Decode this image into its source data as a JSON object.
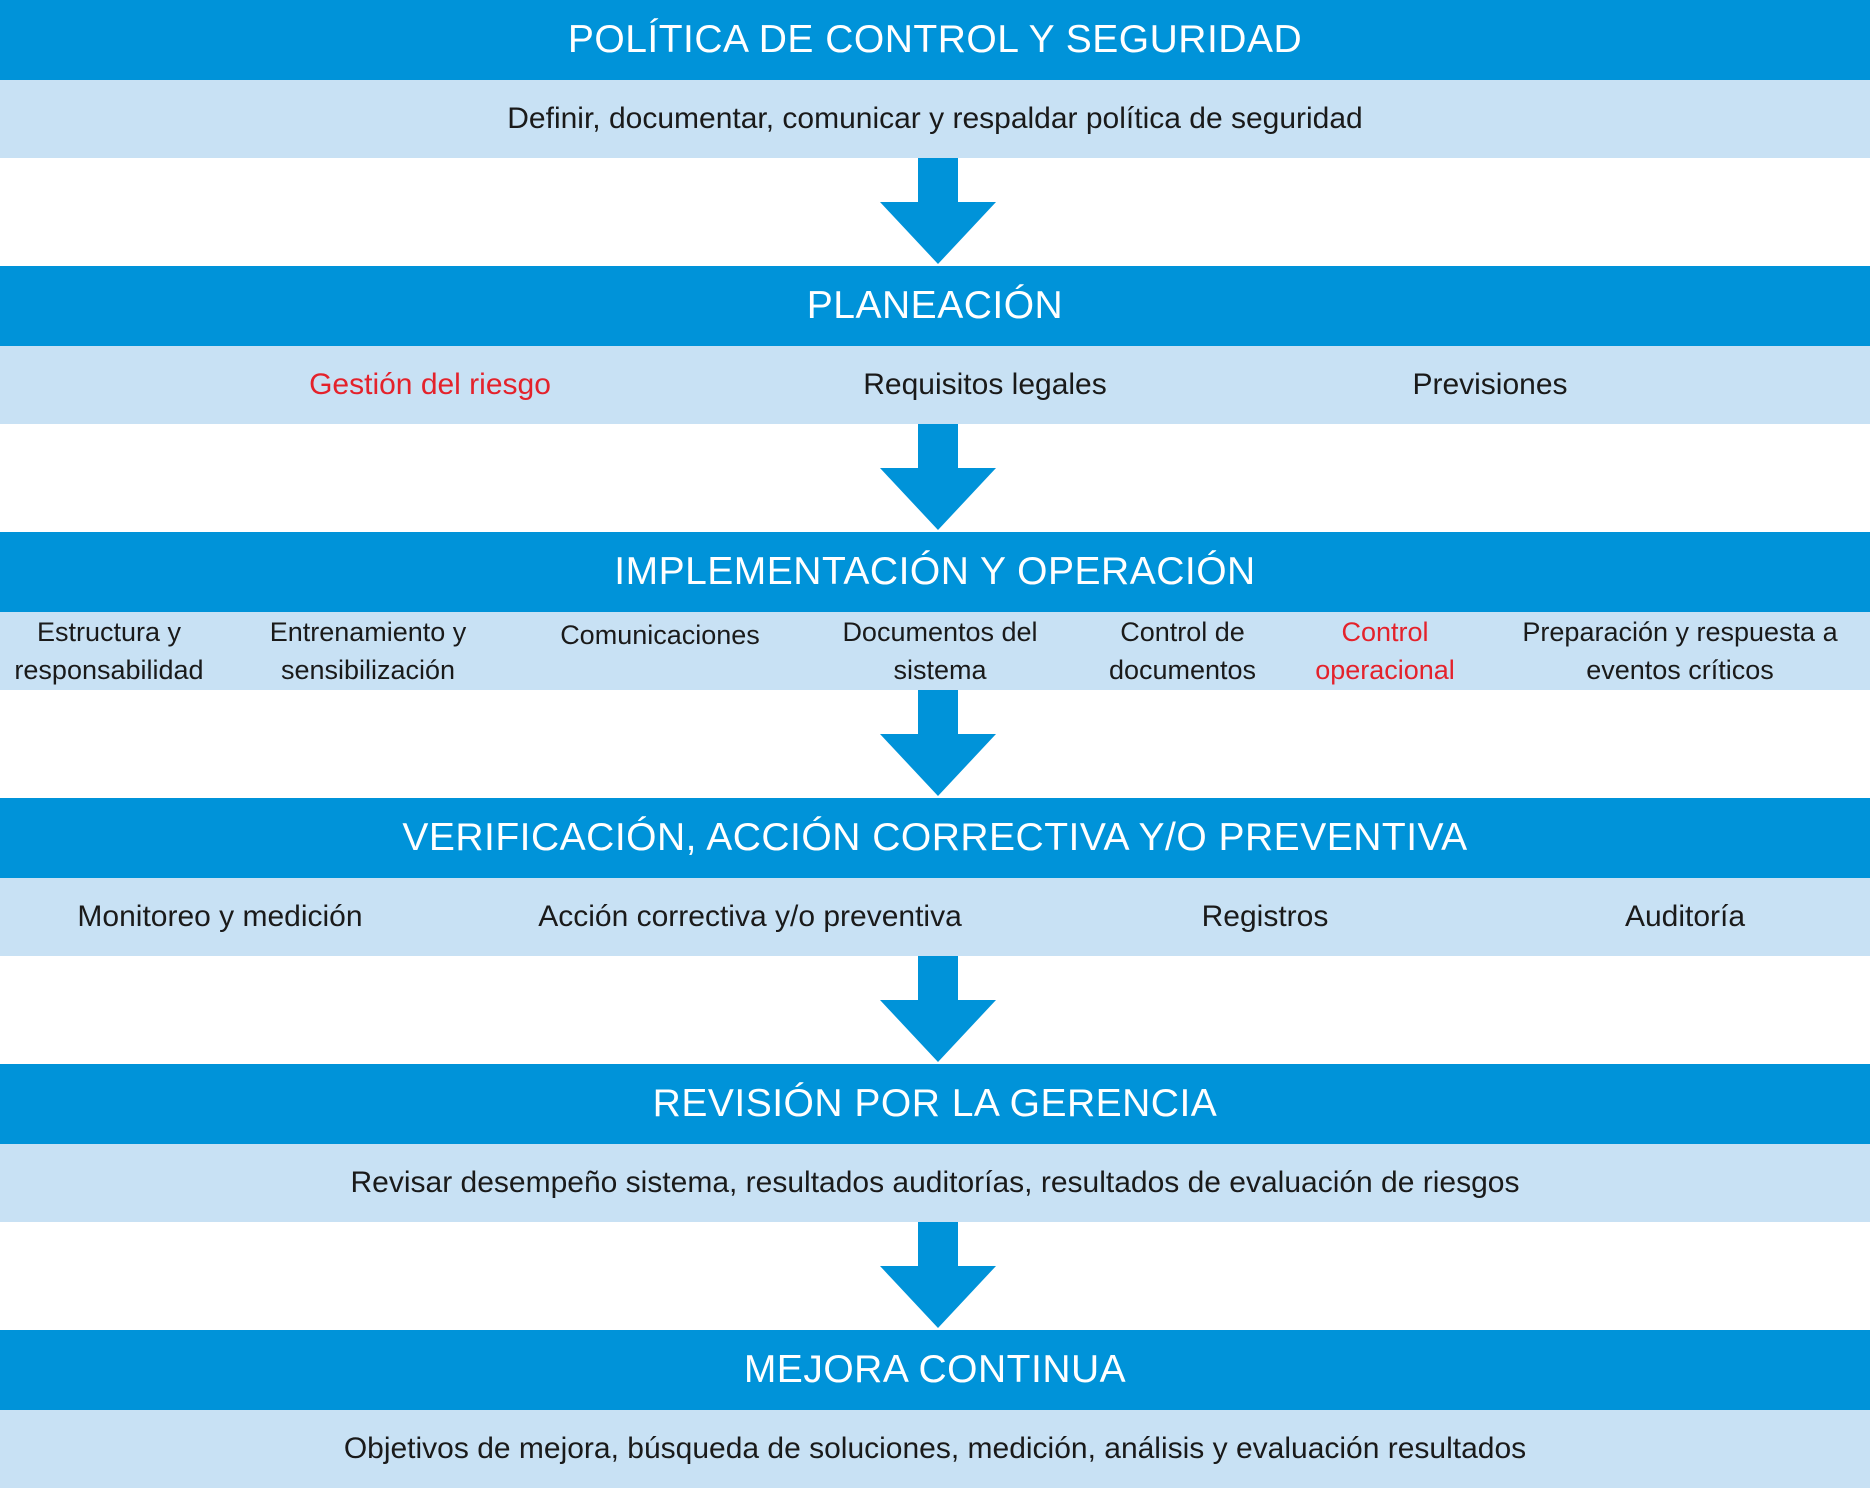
{
  "steps": [
    {
      "title": "POLÍTICA DE CONTROL Y SEGURIDAD",
      "items": [
        "Definir, documentar, comunicar y respaldar política de seguridad"
      ]
    },
    {
      "title": "PLANEACIÓN",
      "items": [
        "Gestión del riesgo",
        "Requisitos legales",
        "Previsiones"
      ]
    },
    {
      "title": "IMPLEMENTACIÓN Y OPERACIÓN",
      "items": [
        "Estructura y responsabilidad",
        "Entrenamiento y sensibilización",
        "Comunicaciones",
        "Documentos del sistema",
        "Control de documentos",
        "Control operacional",
        "Preparación y respuesta a eventos críticos"
      ]
    },
    {
      "title": "VERIFICACIÓN, ACCIÓN CORRECTIVA Y/O PREVENTIVA",
      "items": [
        "Monitoreo y medición",
        "Acción correctiva y/o preventiva",
        "Registros",
        "Auditoría"
      ]
    },
    {
      "title": "REVISIÓN POR LA GERENCIA",
      "items": [
        "Revisar desempeño sistema, resultados auditorías, resultados de evaluación de riesgos"
      ]
    },
    {
      "title": "MEJORA CONTINUA",
      "items": [
        "Objetivos de mejora, búsqueda de soluciones, medición, análisis y evaluación resultados"
      ]
    }
  ],
  "colors": {
    "header": "#0093d9",
    "band": "#c8e1f4",
    "arrow": "#0093d9",
    "highlight": "#e4222b"
  }
}
